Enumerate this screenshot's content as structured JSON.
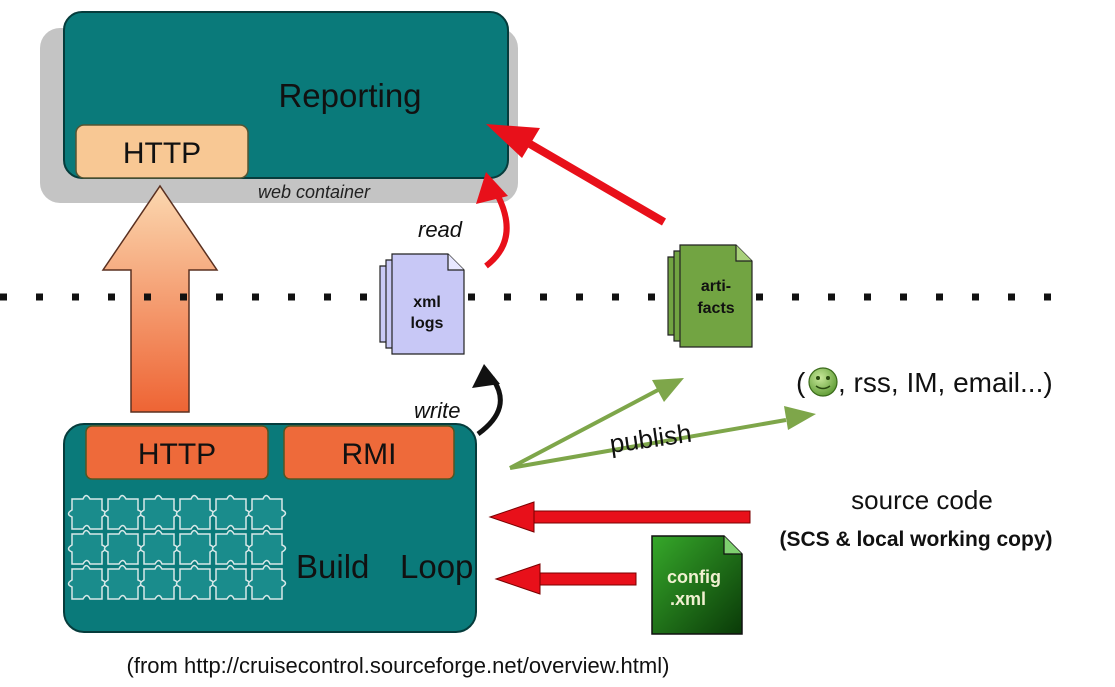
{
  "reporting": {
    "title": "Reporting",
    "http_label": "HTTP",
    "container_label": "web container"
  },
  "build_loop": {
    "title_word1": "Build",
    "title_word2": "Loop",
    "http_label": "HTTP",
    "rmi_label": "RMI"
  },
  "files": {
    "xml_logs": [
      "xml",
      "logs"
    ],
    "artifacts": [
      "arti-",
      "facts"
    ],
    "config": [
      "config",
      ".xml"
    ]
  },
  "labels": {
    "read": "read",
    "write": "write",
    "publish": "publish",
    "publish_targets": ", rss, IM, email...)",
    "publish_open_paren": "(",
    "source_code": "source code",
    "source_code_detail": "(SCS & local working copy)",
    "caption": "(from http://cruisecontrol.sourceforge.net/overview.html)"
  },
  "colors": {
    "teal": "#0a7a7a",
    "gray": "#c0c0c0",
    "orange": "#ee6a3a",
    "peach": "#f8c894",
    "red_arrow": "#e8101a",
    "green_arrow": "#7ea64a",
    "xml_blue": "#c8c8f6",
    "artifact_green": "#72a442",
    "config_green": "#1d7a14"
  },
  "icons": [
    "smiley-icon"
  ]
}
